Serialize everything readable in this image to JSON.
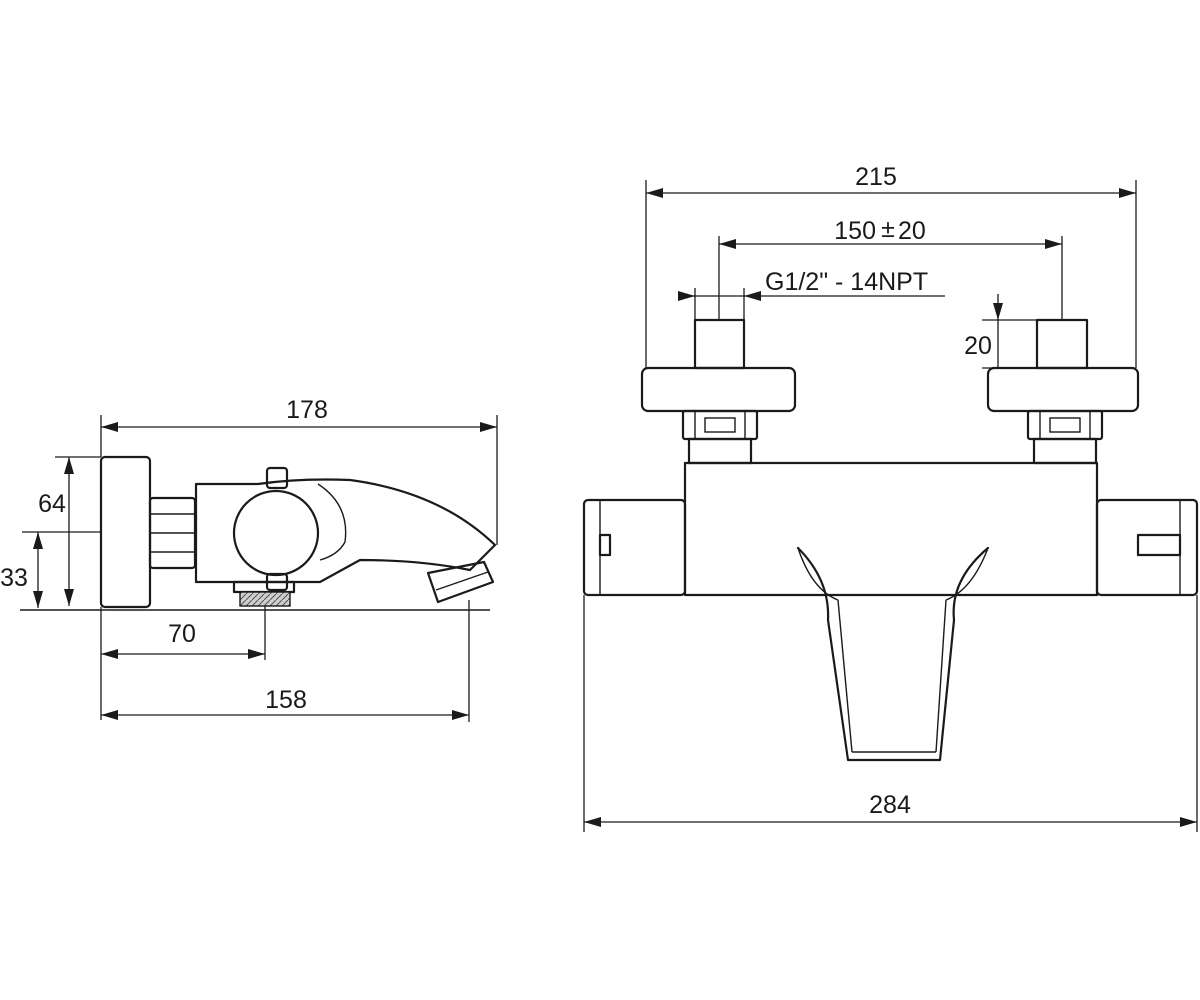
{
  "side_view": {
    "dim_overall_length": "178",
    "dim_height": "64",
    "dim_outlet_height": "33",
    "dim_outlet_offset": "70",
    "dim_spout_length": "158"
  },
  "front_view": {
    "dim_top_width": "215",
    "dim_inlet_spacing": "150",
    "dim_inlet_tolerance": "±",
    "dim_inlet_tolerance_value": "20",
    "dim_thread": "G1/2\" - 14NPT",
    "dim_inlet_depth": "20",
    "dim_body_width": "284"
  }
}
